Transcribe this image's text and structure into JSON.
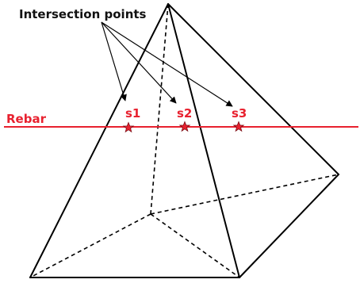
{
  "labels": {
    "intersection_points": "Intersection points",
    "rebar": "Rebar",
    "s1": "s1",
    "s2": "s2",
    "s3": "s3"
  },
  "colors": {
    "edge": "#000000",
    "rebar": "#e8212f",
    "marker": "#e8212f",
    "marker_outline": "#7a0c13",
    "text": "#111111"
  }
}
